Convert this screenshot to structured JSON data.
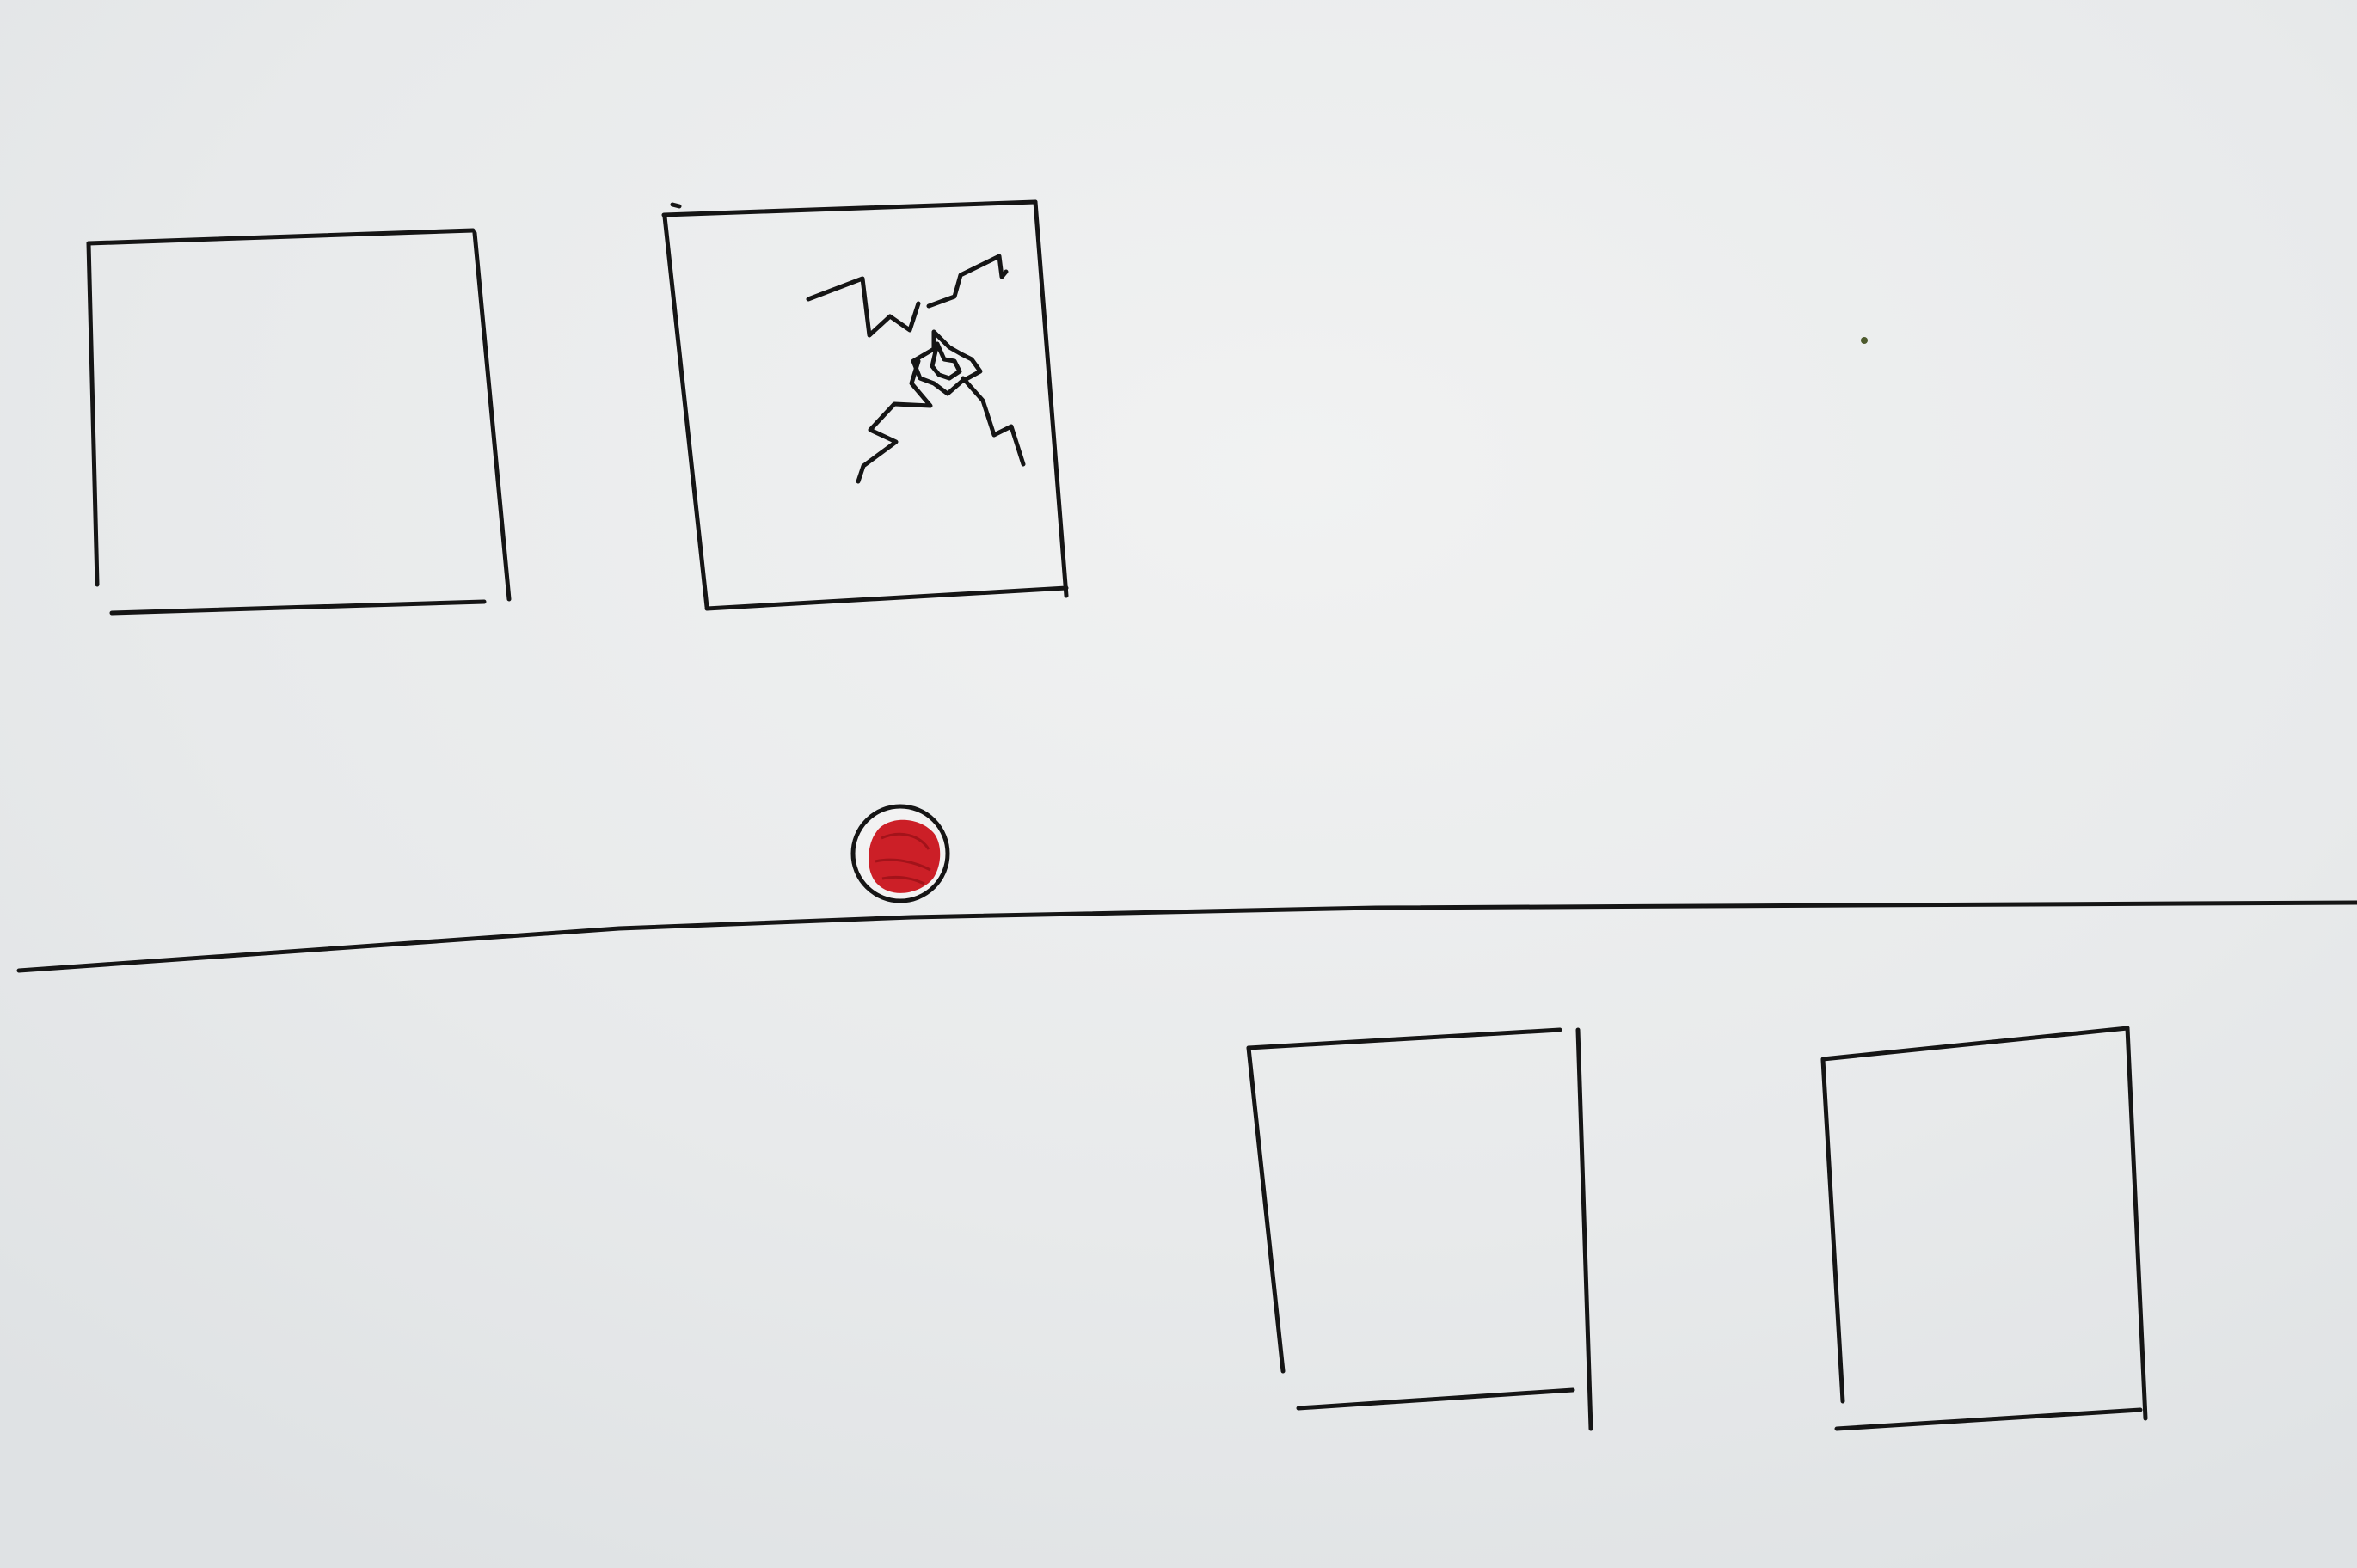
{
  "sketch": {
    "colors": {
      "paper": "#eceeef",
      "ink": "#151515",
      "ball_fill": "#cc1f27"
    },
    "elements": [
      {
        "kind": "box",
        "name": "top-left-box"
      },
      {
        "kind": "box",
        "name": "cracked-box",
        "state": "cracked"
      },
      {
        "kind": "ball",
        "name": "red-ball"
      },
      {
        "kind": "line",
        "name": "floor-line"
      },
      {
        "kind": "box",
        "name": "bottom-middle-box"
      },
      {
        "kind": "box",
        "name": "bottom-right-box"
      }
    ]
  }
}
